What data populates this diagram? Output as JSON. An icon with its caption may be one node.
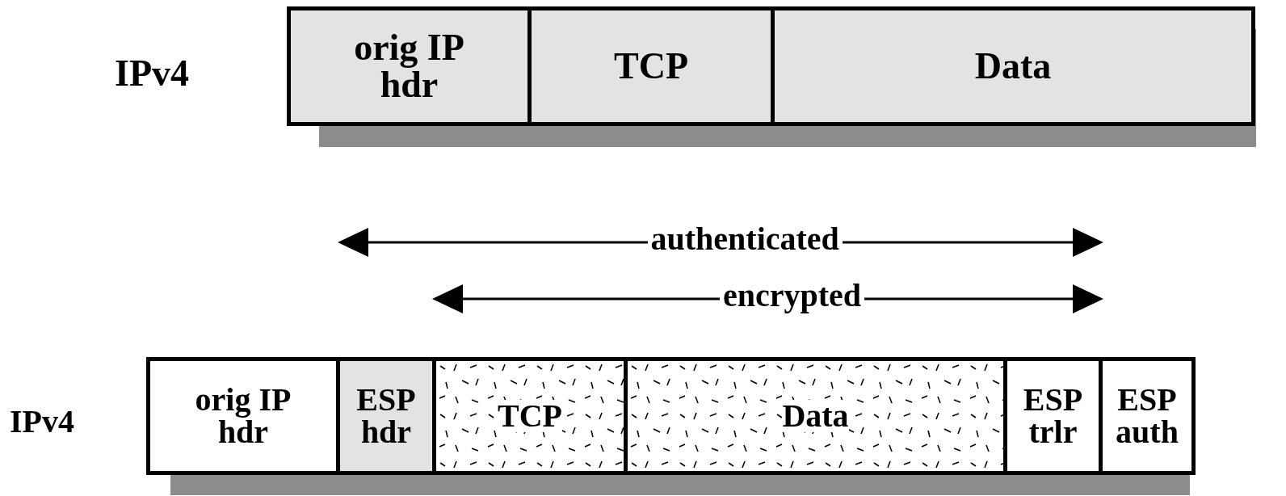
{
  "diagram": {
    "nodes": [
      {
        "text": [
          "orig IP hdr"
        ]
      },
      {
        "text": [
          "TCP"
        ]
      },
      {
        "text": [
          "Data"
        ]
      },
      {
        "text": [
          "orig IP hdr"
        ]
      },
      {
        "text": [
          "ESP hdr"
        ]
      },
      {
        "text": [
          "TCP"
        ]
      },
      {
        "text": [
          "Data"
        ]
      },
      {
        "text": [
          "ESP trlr"
        ]
      },
      {
        "text": [
          "ESP auth"
        ]
      }
    ],
    "edges": [],
    "labels": [
      "IPv4",
      "authenticated",
      "encrypted",
      "IPv4"
    ]
  }
}
